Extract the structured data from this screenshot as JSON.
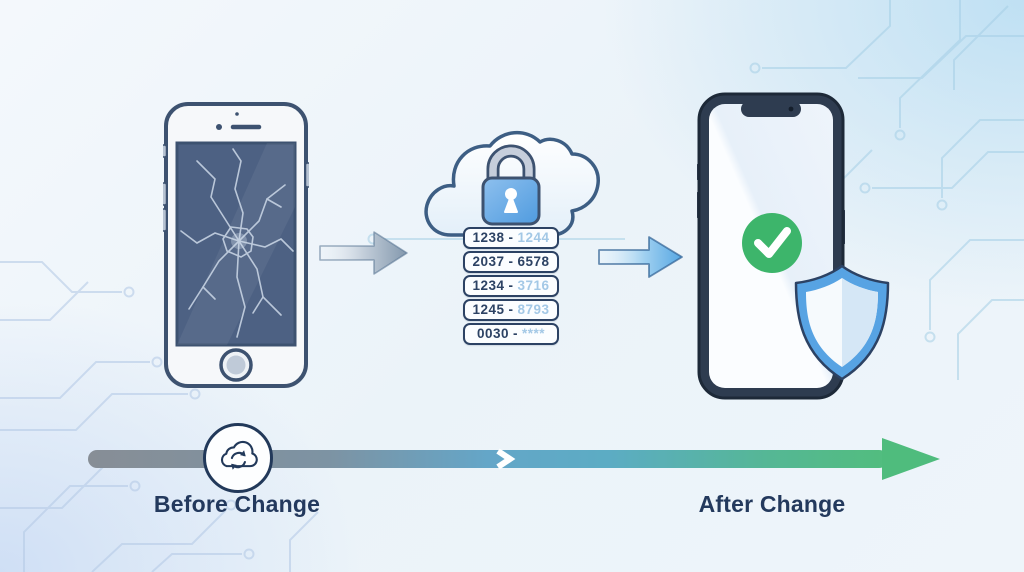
{
  "scene": {
    "title": "Phone change data transfer illustration"
  },
  "timeline": {
    "before_label": "Before Change",
    "after_label": "After Change"
  },
  "cloud": {
    "code_separator": "-",
    "codes": [
      {
        "prefix": "1238",
        "suffix": "1244",
        "variant": "muted"
      },
      {
        "prefix": "2037",
        "suffix": "6578",
        "variant": "dark"
      },
      {
        "prefix": "1234",
        "suffix": "3716",
        "variant": "muted"
      },
      {
        "prefix": "1245",
        "suffix": "8793",
        "variant": "muted"
      },
      {
        "prefix": "0030",
        "suffix": "****",
        "variant": "muted"
      }
    ]
  },
  "icons": {
    "padlock": "padlock on cloud",
    "cloud_sync": "cloud with circular sync arrows",
    "checkmark": "green success checkmark",
    "shield": "blue security shield",
    "transfer_arrows": "right-pointing transfer arrows"
  },
  "colors": {
    "navy": "#23395d",
    "accent_blue": "#57a3e3",
    "success_green": "#3db56b",
    "timeline_gray": "#878e96",
    "timeline_green": "#52bd7e",
    "code_muted": "#a3c8e6"
  }
}
